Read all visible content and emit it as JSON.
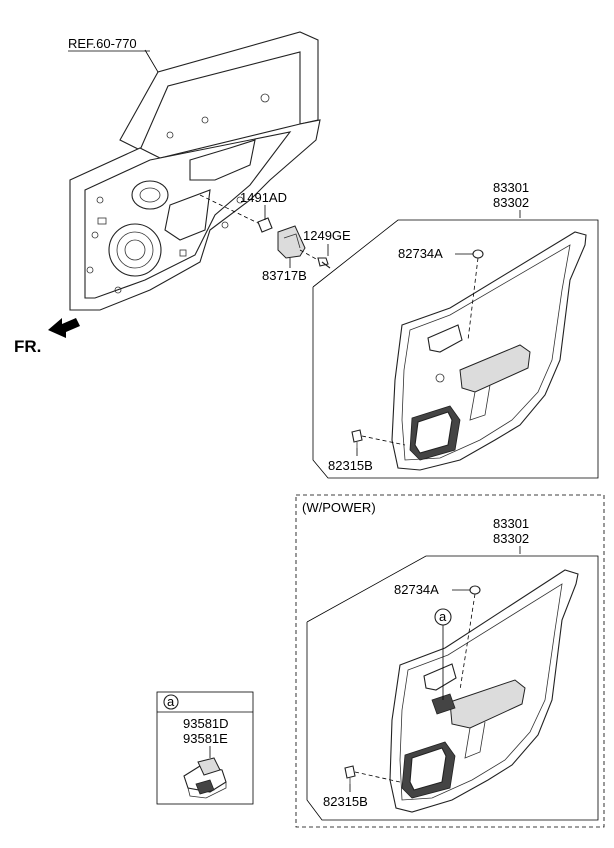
{
  "ref_label": "REF.60-770",
  "front_label": "FR.",
  "upper_group": {
    "trim_part_a": "83301",
    "trim_part_b": "83302",
    "fastener_top": "82734A",
    "fastener_bottom": "82315B"
  },
  "bracket_parts": {
    "clip": "1491AD",
    "bolt": "1249GE",
    "bracket": "83717B"
  },
  "power_group": {
    "variant_label": "(W/POWER)",
    "trim_part_a": "83301",
    "trim_part_b": "83302",
    "fastener_top": "82734A",
    "fastener_bottom": "82315B",
    "callout": "a"
  },
  "switch_box": {
    "callout": "a",
    "part_a": "93581D",
    "part_b": "93581E"
  }
}
